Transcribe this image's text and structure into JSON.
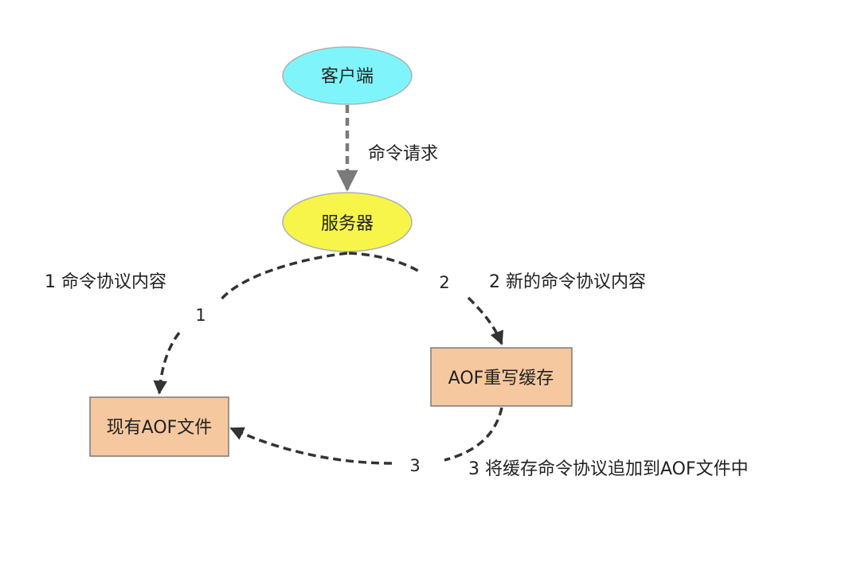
{
  "nodes": {
    "client": {
      "label": "客户端",
      "fill": "#7ff5fb"
    },
    "server": {
      "label": "服务器",
      "fill": "#f7f54a"
    },
    "aof_file": {
      "label": "现有AOF文件",
      "fill": "#f6c8a0"
    },
    "rewrite_buffer": {
      "label": "AOF重写缓存",
      "fill": "#f6c8a0"
    }
  },
  "edges": {
    "request": {
      "label": "命令请求",
      "color": "#7a7a7a"
    },
    "step1": {
      "number": "1",
      "label": "1 命令协议内容",
      "color": "#333333"
    },
    "step2": {
      "number": "2",
      "label": "2 新的命令协议内容",
      "color": "#333333"
    },
    "step3": {
      "number": "3",
      "label": "3 将缓存命令协议追加到AOF文件中",
      "color": "#333333"
    }
  }
}
